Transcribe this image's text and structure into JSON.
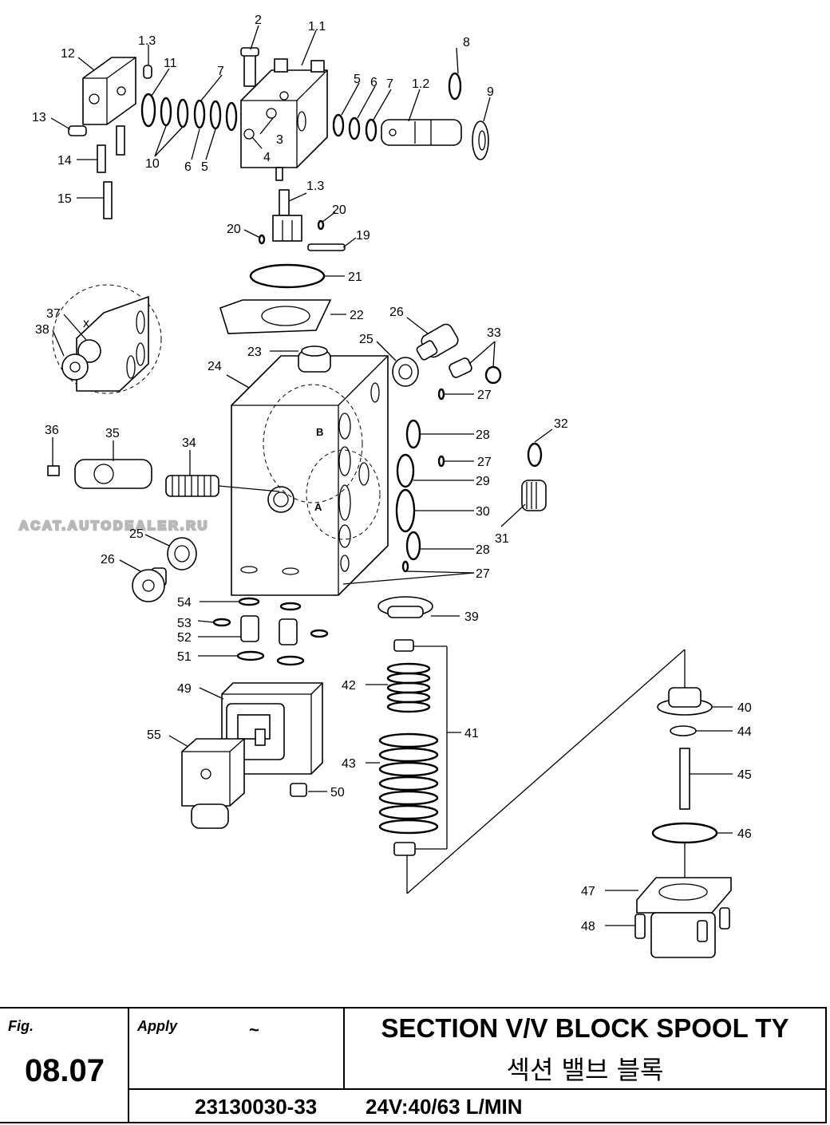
{
  "watermark": "ACAT.AUTODEALER.RU",
  "callouts": {
    "c2": "2",
    "c1_1": "1.1",
    "c1_3a": "1.3",
    "c12": "12",
    "c11": "11",
    "c7a": "7",
    "c8": "8",
    "c5a": "5",
    "c6a": "6",
    "c7b": "7",
    "c1_2": "1.2",
    "c9": "9",
    "c13": "13",
    "c3": "3",
    "c4": "4",
    "c10": "10",
    "c6b": "6",
    "c5b": "5",
    "c14": "14",
    "c15": "15",
    "c1_3b": "1.3",
    "c20a": "20",
    "c20b": "20",
    "c19": "19",
    "c21": "21",
    "c22": "22",
    "c26a": "26",
    "c33": "33",
    "c37": "37",
    "c38": "38",
    "cx": "x",
    "c23": "23",
    "c25a": "25",
    "c24": "24",
    "c27a": "27",
    "c28a": "28",
    "c27b": "27",
    "c29": "29",
    "c30": "30",
    "c28b": "28",
    "c27c": "27",
    "c32": "32",
    "c31": "31",
    "c36": "36",
    "c35": "35",
    "c34": "34",
    "c25b": "25",
    "c26b": "26",
    "cB": "B",
    "cA": "A",
    "c54": "54",
    "c53": "53",
    "c52": "52",
    "c51": "51",
    "c39": "39",
    "c42": "42",
    "c41": "41",
    "c43": "43",
    "c49": "49",
    "c55": "55",
    "c50": "50",
    "c40": "40",
    "c44": "44",
    "c45": "45",
    "c46": "46",
    "c47": "47",
    "c48": "48"
  },
  "title_block": {
    "fig_label": "Fig.",
    "fig_number": "08.07",
    "apply_label": "Apply",
    "apply_value": "~",
    "title_en": "SECTION V/V BLOCK SPOOL TY",
    "title_ko": "섹션 밸브 블록",
    "part_number": "23130030-33",
    "spec": "24V:40/63 L/MIN"
  }
}
